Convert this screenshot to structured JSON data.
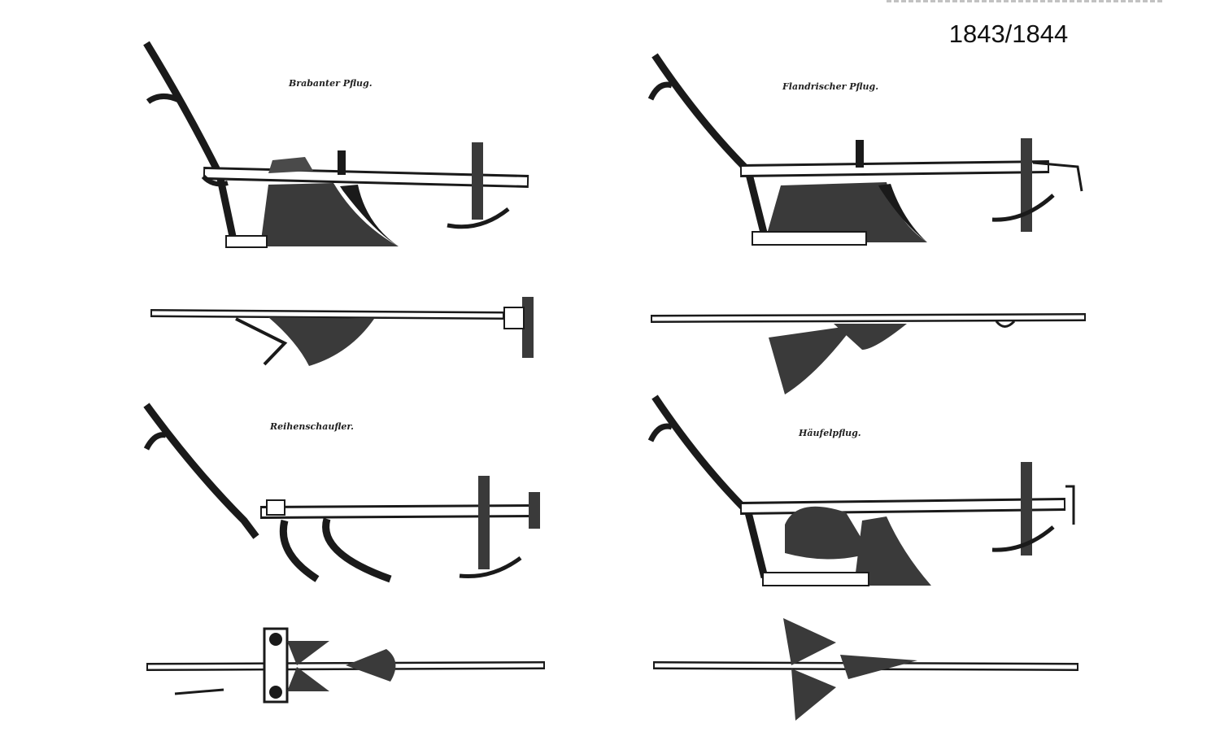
{
  "header": {
    "year": "1843/1844"
  },
  "figures": [
    {
      "caption": "Brabanter Pflug."
    },
    {
      "caption": "Flandrischer Pflug."
    },
    {
      "caption": "Reihenschaufler."
    },
    {
      "caption": "Häufelpflug."
    }
  ],
  "colors": {
    "ink": "#1a1a1a",
    "paper": "#ffffff",
    "shade": "#3a3a3a"
  }
}
